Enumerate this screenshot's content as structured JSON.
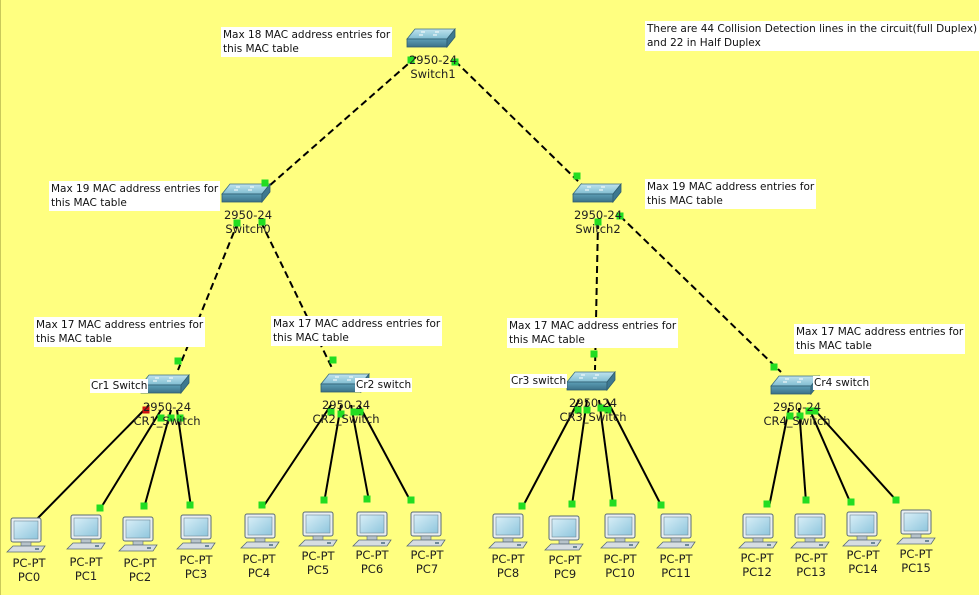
{
  "annotations": {
    "top_note": [
      "There are 44 Collision Detection lines in the circuit(full Duplex)",
      "and 22 in Half Duplex"
    ],
    "switch1_note": [
      "Max 18 MAC address entries for",
      "this MAC table"
    ],
    "switch0_note": [
      "Max 19 MAC address entries for",
      "this MAC table"
    ],
    "switch2_note": [
      "Max 19 MAC address entries for",
      "this MAC table"
    ],
    "cr1_note": [
      "Max 17 MAC address entries for",
      "this MAC table"
    ],
    "cr2_note": [
      "Max 17 MAC address entries for",
      "this MAC table"
    ],
    "cr3_note": [
      "Max 17 MAC address entries for",
      "this MAC table"
    ],
    "cr4_note": [
      "Max 17 MAC address entries for",
      "this MAC table"
    ]
  },
  "switches": {
    "switch1": {
      "model": "2950-24",
      "name": "Switch1"
    },
    "switch0": {
      "model": "2950-24",
      "name": "Switch0"
    },
    "switch2": {
      "model": "2950-24",
      "name": "Switch2"
    },
    "cr1": {
      "model": "2950-24",
      "name": "CR1_Switch",
      "extra": "Cr1 Switch"
    },
    "cr2": {
      "model": "2950-24",
      "name": "CR2_Switch",
      "extra": "Cr2 switch"
    },
    "cr3": {
      "model": "2950-24",
      "name": "CR3_Switch",
      "extra": "Cr3 switch"
    },
    "cr4": {
      "model": "2950-24",
      "name": "CR4_Switch",
      "extra": "Cr4 switch"
    }
  },
  "pcs": [
    {
      "type": "PC-PT",
      "name": "PC0"
    },
    {
      "type": "PC-PT",
      "name": "PC1"
    },
    {
      "type": "PC-PT",
      "name": "PC2"
    },
    {
      "type": "PC-PT",
      "name": "PC3"
    },
    {
      "type": "PC-PT",
      "name": "PC4"
    },
    {
      "type": "PC-PT",
      "name": "PC5"
    },
    {
      "type": "PC-PT",
      "name": "PC6"
    },
    {
      "type": "PC-PT",
      "name": "PC7"
    },
    {
      "type": "PC-PT",
      "name": "PC8"
    },
    {
      "type": "PC-PT",
      "name": "PC9"
    },
    {
      "type": "PC-PT",
      "name": "PC10"
    },
    {
      "type": "PC-PT",
      "name": "PC11"
    },
    {
      "type": "PC-PT",
      "name": "PC12"
    },
    {
      "type": "PC-PT",
      "name": "PC13"
    },
    {
      "type": "PC-PT",
      "name": "PC14"
    },
    {
      "type": "PC-PT",
      "name": "PC15"
    }
  ],
  "colors": {
    "background": "#ffff80",
    "link": "#000000",
    "port_up": "#22dd22",
    "port_down": "#cc1111",
    "switch_body": "#5b9fb5"
  }
}
